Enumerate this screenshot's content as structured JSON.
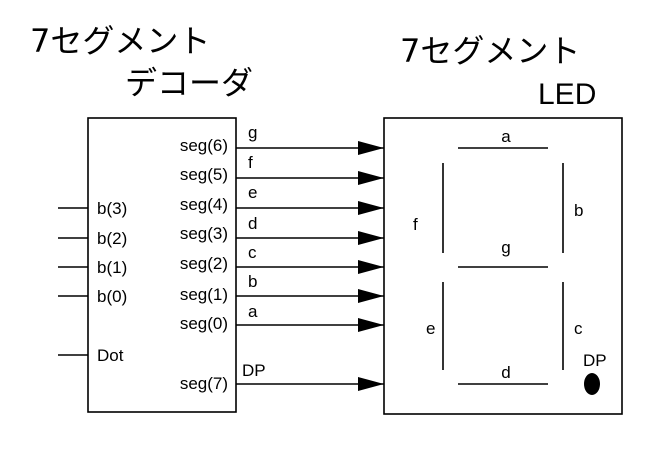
{
  "decoder": {
    "title_line1": "7セグメント",
    "title_line2": "デコーダ",
    "inputs": [
      "b(3)",
      "b(2)",
      "b(1)",
      "b(0)"
    ],
    "dot_input": "Dot",
    "outputs": [
      "seg(6)",
      "seg(5)",
      "seg(4)",
      "seg(3)",
      "seg(2)",
      "seg(1)",
      "seg(0)",
      "seg(7)"
    ]
  },
  "wires": [
    "g",
    "f",
    "e",
    "d",
    "c",
    "b",
    "a",
    "DP"
  ],
  "led": {
    "title_line1": "7セグメント",
    "title_line2": "LED",
    "segments": {
      "a": "a",
      "b": "b",
      "c": "c",
      "d": "d",
      "e": "e",
      "f": "f",
      "g": "g",
      "dp": "DP"
    }
  }
}
